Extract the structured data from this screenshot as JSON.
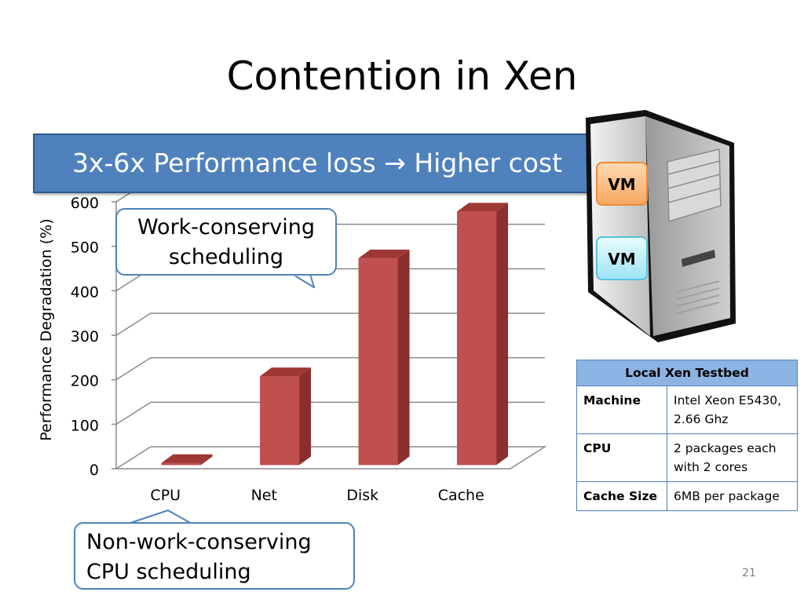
{
  "slide": {
    "title": "Contention in Xen",
    "banner": "3x-6x Performance loss → Higher cost",
    "callout_top": [
      "Work-conserving",
      "scheduling"
    ],
    "callout_bottom": [
      "Non-work-conserving",
      "CPU scheduling"
    ],
    "page_number": "21"
  },
  "server": {
    "vms": [
      "VM",
      "VM"
    ],
    "colors": {
      "vm1": "#f7a860",
      "vm2": "#9fe4f5"
    }
  },
  "testbed": {
    "title": "Local Xen Testbed",
    "rows": [
      {
        "key": "Machine",
        "value": "Intel Xeon E5430, 2.66 Ghz"
      },
      {
        "key": "CPU",
        "value": "2 packages each with 2 cores"
      },
      {
        "key": "Cache Size",
        "value": "6MB per package"
      }
    ]
  },
  "colors": {
    "banner": "#4f81bd",
    "bar_front": "#c0504d",
    "bar_side": "#8b2f2d",
    "bar_top": "#9e3835",
    "table_header": "#8db3e2"
  },
  "chart_data": {
    "type": "bar",
    "categories": [
      "CPU",
      "Net",
      "Disk",
      "Cache"
    ],
    "values": [
      5,
      200,
      465,
      570
    ],
    "title": "",
    "xlabel": "",
    "ylabel": "Performance Degradation (%)",
    "ylim": [
      0,
      600
    ],
    "yticks": [
      0,
      100,
      200,
      300,
      400,
      500,
      600
    ],
    "grid": true,
    "three_d": true
  }
}
